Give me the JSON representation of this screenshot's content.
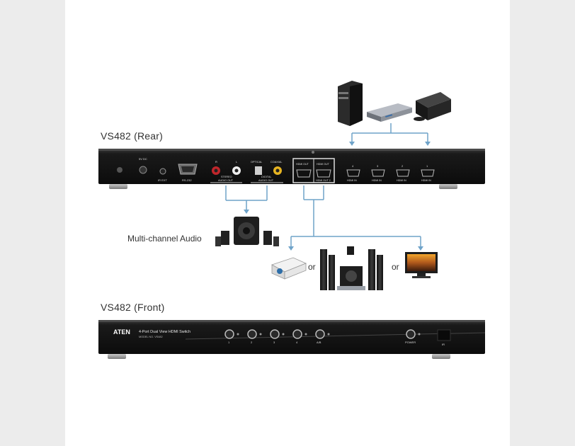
{
  "rear": {
    "title": "VS482 (Rear)",
    "labels": {
      "dc_in": "5V DC",
      "ir_ext": "IR EXT",
      "rs232": "RS-232",
      "stereo": "STEREO",
      "audio_out": "AUDIO OUT",
      "optical": "OPTICAL",
      "coaxial": "COAXIAL",
      "digital": "DIGITAL",
      "digital_audio_out": "AUDIO OUT",
      "r": "R",
      "l": "L",
      "hdmi_out_1": "HDMI OUT",
      "hdmi_out_2": "HDMI OUT",
      "sub_out": "HDMI OUT 2",
      "ports": [
        {
          "num": "4",
          "label": "HDMI IN"
        },
        {
          "num": "3",
          "label": "HDMI IN"
        },
        {
          "num": "2",
          "label": "HDMI IN"
        },
        {
          "num": "1",
          "label": "HDMI IN"
        }
      ]
    }
  },
  "front": {
    "title": "VS482 (Front)",
    "brand": "ATEN",
    "product": "4-Port Dual View HDMI Switch",
    "model": "MODEL NO. VS482",
    "buttons": [
      "1",
      "2",
      "3",
      "4",
      "A/B"
    ],
    "power": "POWER",
    "ir": "IR"
  },
  "audio_label": "Multi-channel Audio",
  "or_1": "or",
  "or_2": "or",
  "colors": {
    "panel": "#1c1c1c",
    "connector_line": "#6fa3c9",
    "stage": "#ffffff",
    "background": "#ececec"
  }
}
